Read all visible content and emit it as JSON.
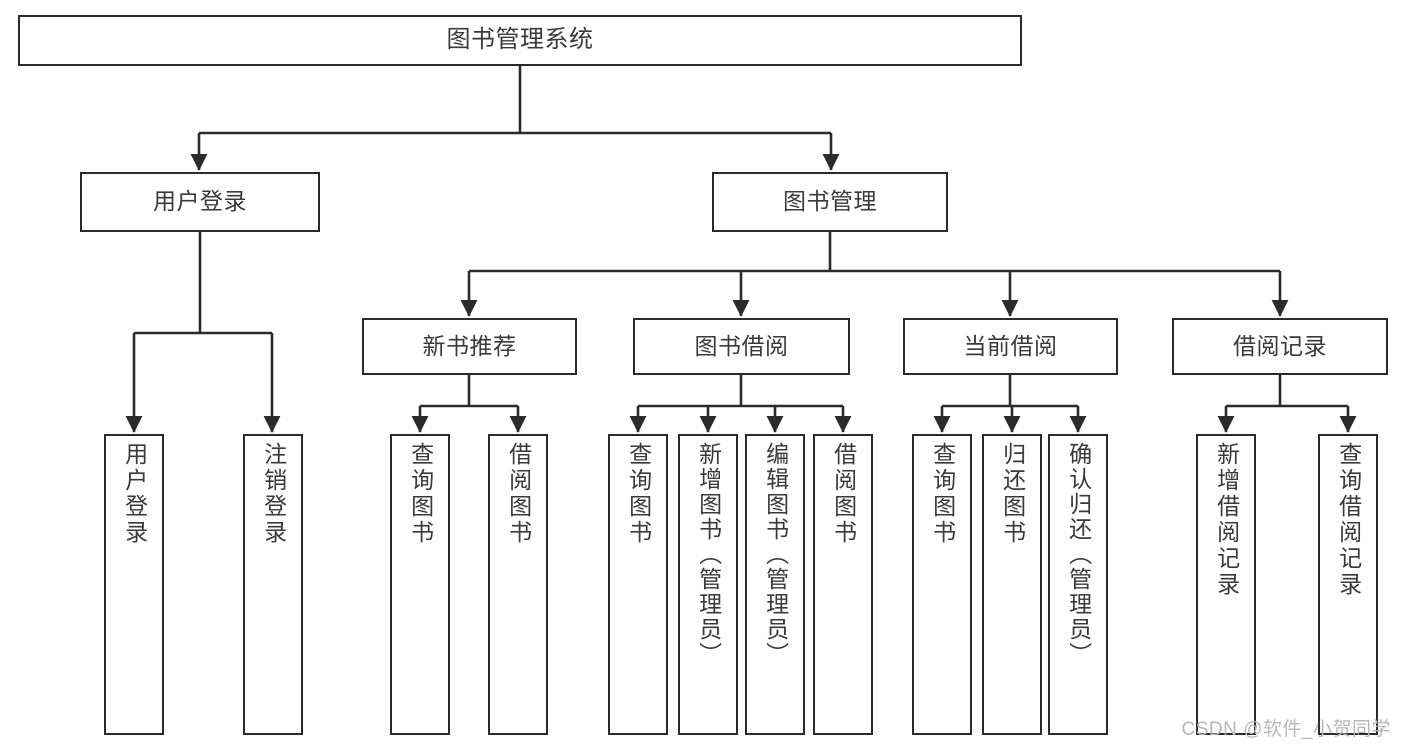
{
  "diagram": {
    "title": "图书管理系统",
    "type": "功能结构图",
    "colors": {
      "box_border": "#2b2b2b",
      "box_fill": "#ffffff",
      "text": "#3a3a3a",
      "connector": "#2b2b2b",
      "watermark": "#b7b7b7",
      "background": "#ffffff"
    },
    "watermark": "CSDN @软件_小贺同学"
  },
  "nodes": {
    "root": {
      "label": "图书管理系统",
      "level": 1,
      "orientation": "horizontal"
    },
    "user_login": {
      "label": "用户登录",
      "level": 2,
      "orientation": "horizontal"
    },
    "book_mgmt": {
      "label": "图书管理",
      "level": 2,
      "orientation": "horizontal"
    },
    "new_book_rec": {
      "label": "新书推荐",
      "level": 3,
      "orientation": "horizontal"
    },
    "book_borrow": {
      "label": "图书借阅",
      "level": 3,
      "orientation": "horizontal"
    },
    "current_loan": {
      "label": "当前借阅",
      "level": 3,
      "orientation": "horizontal"
    },
    "loan_record": {
      "label": "借阅记录",
      "level": 3,
      "orientation": "horizontal"
    },
    "leaf_user_login": {
      "label": "用户登录",
      "level": 4,
      "orientation": "vertical"
    },
    "leaf_user_logout": {
      "label": "注销登录",
      "level": 4,
      "orientation": "vertical"
    },
    "leaf_query_book_1": {
      "label": "查询图书",
      "level": 4,
      "orientation": "vertical"
    },
    "leaf_borrow_book_1": {
      "label": "借阅图书",
      "level": 4,
      "orientation": "vertical"
    },
    "leaf_query_book_2": {
      "label": "查询图书",
      "level": 4,
      "orientation": "vertical"
    },
    "leaf_add_book": {
      "label": "新增图书（管理员）",
      "level": 4,
      "orientation": "vertical"
    },
    "leaf_edit_book": {
      "label": "编辑图书（管理员）",
      "level": 4,
      "orientation": "vertical"
    },
    "leaf_borrow_book_2": {
      "label": "借阅图书",
      "level": 4,
      "orientation": "vertical"
    },
    "leaf_query_book_3": {
      "label": "查询图书",
      "level": 4,
      "orientation": "vertical"
    },
    "leaf_return_book": {
      "label": "归还图书",
      "level": 4,
      "orientation": "vertical"
    },
    "leaf_confirm_return": {
      "label": "确认归还（管理员）",
      "level": 4,
      "orientation": "vertical"
    },
    "leaf_add_record": {
      "label": "新增借阅记录",
      "level": 4,
      "orientation": "vertical"
    },
    "leaf_query_record": {
      "label": "查询借阅记录",
      "level": 4,
      "orientation": "vertical"
    }
  },
  "edges": [
    {
      "from": "root",
      "to": "user_login"
    },
    {
      "from": "root",
      "to": "book_mgmt"
    },
    {
      "from": "user_login",
      "to": "leaf_user_login"
    },
    {
      "from": "user_login",
      "to": "leaf_user_logout"
    },
    {
      "from": "book_mgmt",
      "to": "new_book_rec"
    },
    {
      "from": "book_mgmt",
      "to": "book_borrow"
    },
    {
      "from": "book_mgmt",
      "to": "current_loan"
    },
    {
      "from": "book_mgmt",
      "to": "loan_record"
    },
    {
      "from": "new_book_rec",
      "to": "leaf_query_book_1"
    },
    {
      "from": "new_book_rec",
      "to": "leaf_borrow_book_1"
    },
    {
      "from": "book_borrow",
      "to": "leaf_query_book_2"
    },
    {
      "from": "book_borrow",
      "to": "leaf_add_book"
    },
    {
      "from": "book_borrow",
      "to": "leaf_edit_book"
    },
    {
      "from": "book_borrow",
      "to": "leaf_borrow_book_2"
    },
    {
      "from": "current_loan",
      "to": "leaf_query_book_3"
    },
    {
      "from": "current_loan",
      "to": "leaf_return_book"
    },
    {
      "from": "current_loan",
      "to": "leaf_confirm_return"
    },
    {
      "from": "loan_record",
      "to": "leaf_add_record"
    },
    {
      "from": "loan_record",
      "to": "leaf_query_record"
    }
  ]
}
